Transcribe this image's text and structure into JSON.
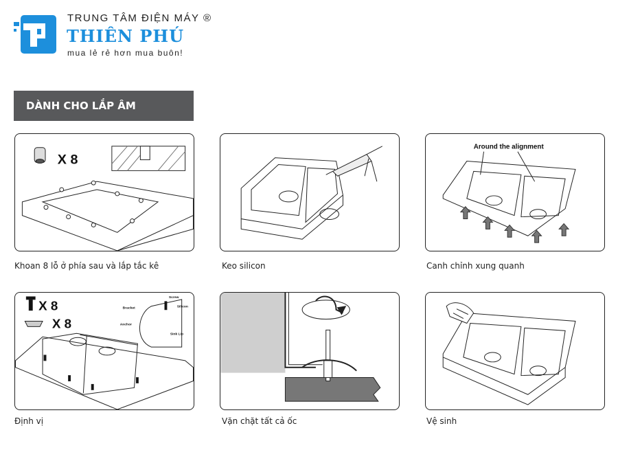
{
  "logo": {
    "top_line": "TRUNG TÂM ĐIỆN MÁY ®",
    "brand": "THIÊN PHÚ",
    "tagline": "mua lẻ rẻ hơn mua buôn!",
    "brand_color": "#1d8fdc"
  },
  "section": {
    "title": "DÀNH CHO LẮP ÂM"
  },
  "steps": [
    {
      "caption": "Khoan 8 lỗ ở phía sau và lắp tắc kê",
      "qty": "X 8"
    },
    {
      "caption": "Keo silicon"
    },
    {
      "caption": "Canh chỉnh xung quanh",
      "annotation": "Around the alignment"
    },
    {
      "caption": "Định vị",
      "qty_screw": "X 8",
      "qty_bracket": "X 8",
      "labels": {
        "screw": "Screw",
        "silicon": "Silicon",
        "bracket": "Bracket",
        "anchor": "Anchor",
        "sink_lip": "Sink Lip"
      }
    },
    {
      "caption": "Vặn chặt tất cả ốc"
    },
    {
      "caption": "Vệ sinh"
    }
  ]
}
